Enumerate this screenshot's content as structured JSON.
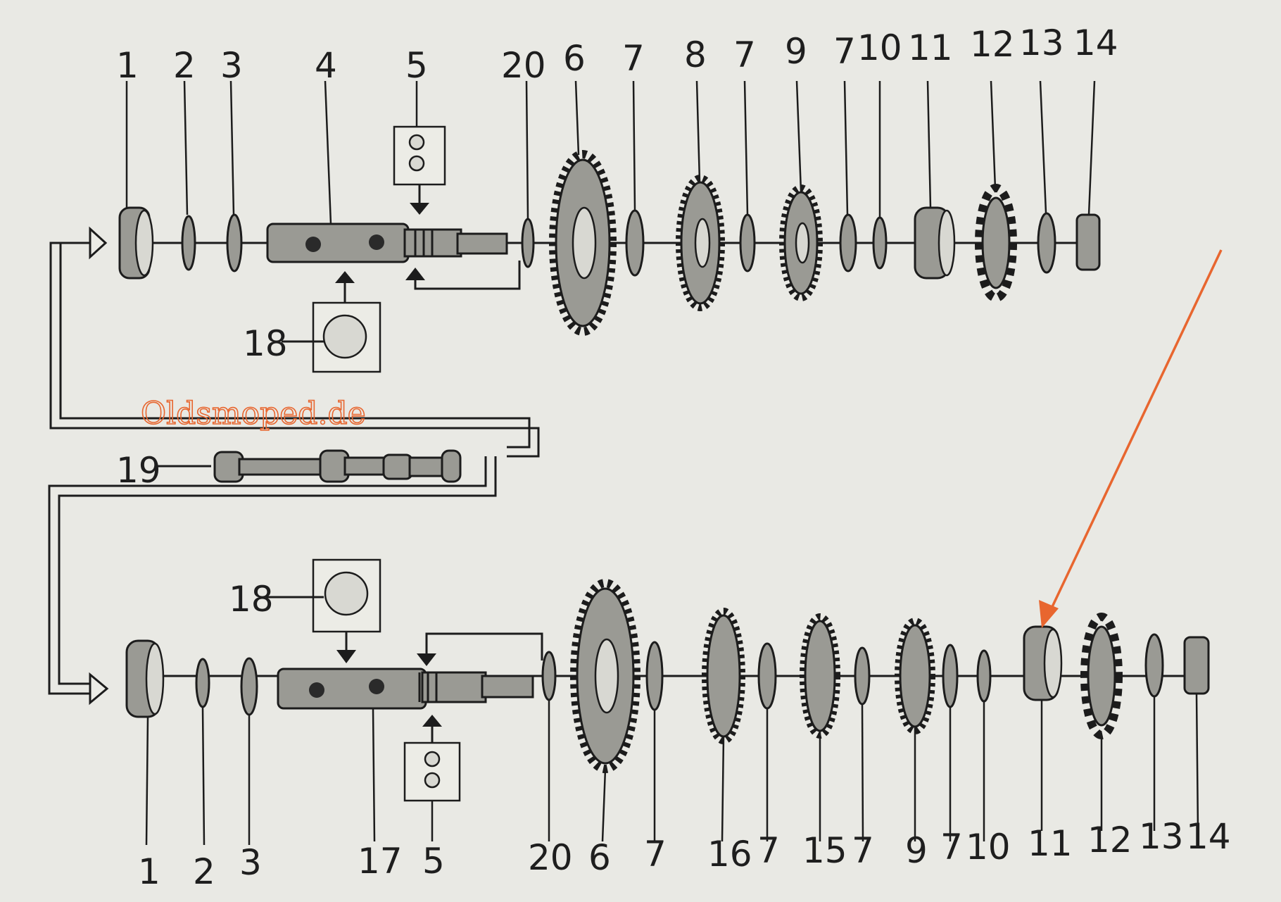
{
  "watermark": "Oldsmoped.de",
  "highlight_color": "#e8662f",
  "top_row": {
    "labels": [
      "1",
      "2",
      "3",
      "4",
      "5",
      "20",
      "6",
      "7",
      "8",
      "7",
      "9",
      "7",
      "10",
      "11",
      "12",
      "13",
      "14",
      "18"
    ]
  },
  "middle": {
    "label": "19"
  },
  "bottom_row": {
    "labels": [
      "18",
      "1",
      "2",
      "3",
      "17",
      "5",
      "20",
      "6",
      "7",
      "16",
      "7",
      "15",
      "7",
      "9",
      "7",
      "10",
      "11",
      "12",
      "13",
      "14"
    ]
  }
}
